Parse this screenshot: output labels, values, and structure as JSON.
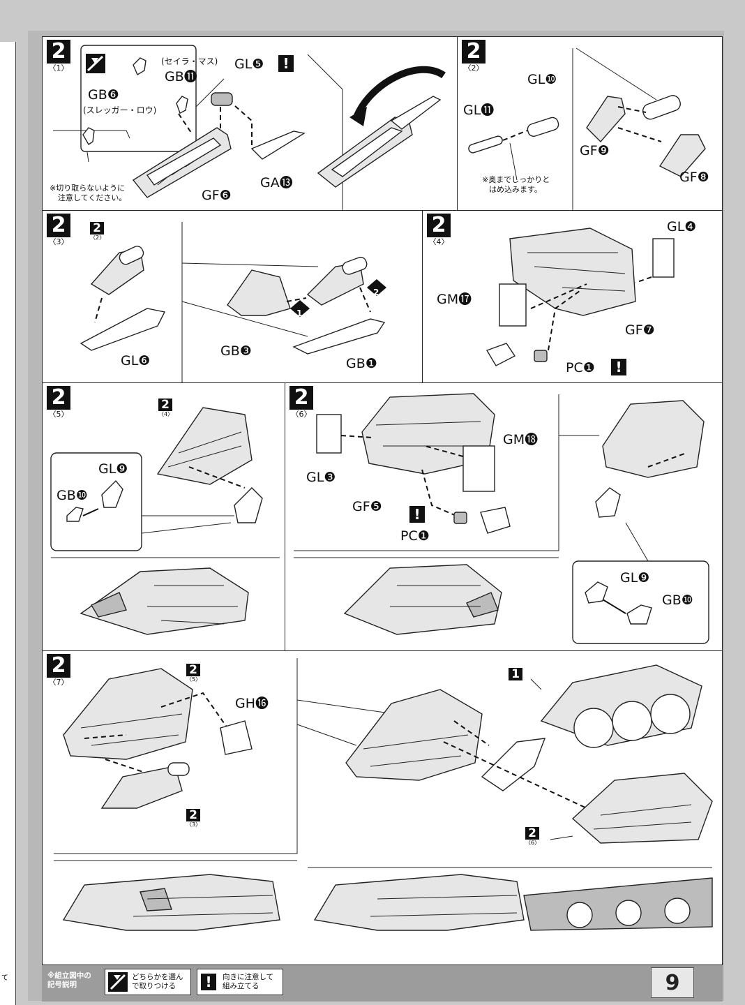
{
  "page_number": "9",
  "steps": {
    "s1": {
      "num": "2",
      "sub": "〈1〉"
    },
    "s2": {
      "num": "2",
      "sub": "〈2〉"
    },
    "s3": {
      "num": "2",
      "sub": "〈3〉"
    },
    "s4": {
      "num": "2",
      "sub": "〈4〉"
    },
    "s5": {
      "num": "2",
      "sub": "〈5〉"
    },
    "s6": {
      "num": "2",
      "sub": "〈6〉"
    },
    "s7": {
      "num": "2",
      "sub": "〈7〉"
    }
  },
  "refs": {
    "r2_2": {
      "num": "2",
      "sub": "〈2〉"
    },
    "r2_4": {
      "num": "2",
      "sub": "〈4〉"
    },
    "r2_5": {
      "num": "2",
      "sub": "〈5〉"
    },
    "r2_3": {
      "num": "2",
      "sub": "〈3〉"
    },
    "r2_6": {
      "num": "2",
      "sub": "〈6〉"
    },
    "r1": {
      "num": "1"
    }
  },
  "labels": {
    "p1_seira": "(セイラ・マス)",
    "p1_gb11": "GB⓫",
    "p1_gl5": "GL❺",
    "p1_gb6": "GB❻",
    "p1_sleggar": "(スレッガー・ロウ)",
    "p1_ga13": "GA⓭",
    "p1_gf6": "GF❻",
    "p2_gl10": "GL❿",
    "p2_gl11": "GL⓫",
    "p2_gf9": "GF❾",
    "p2_gf8": "GF❽",
    "p3_gl6": "GL❻",
    "p3_gb3": "GB❸",
    "p3_gb1": "GB❶",
    "p4_gl4": "GL❹",
    "p4_gm17": "GM⓱",
    "p4_gf7": "GF❼",
    "p4_pc1": "PC❶",
    "p5_gl9": "GL❾",
    "p5_gb10": "GB❿",
    "p6_gm18": "GM⓲",
    "p6_gl3": "GL❸",
    "p6_gf5": "GF❺",
    "p6_pc1": "PC❶",
    "p6b_gl9": "GL❾",
    "p6b_gb10": "GB❿",
    "p7_gh16": "GH⓰"
  },
  "notes": {
    "cut_line1": "※切り取らないように",
    "cut_line2": "注意してください。",
    "insert_line1": "※奥までしっかりと",
    "insert_line2": "はめ込みます。"
  },
  "callouts": {
    "step1": "1",
    "step2": "2"
  },
  "exclamation": "!",
  "legend": {
    "title_line1": "※組立図中の",
    "title_line2": "記号説明",
    "choose_line1": "どちらかを選ん",
    "choose_line2": "で取りつける",
    "direction_line1": "向きに注意して",
    "direction_line2": "組み立てる"
  },
  "edge_text": "て"
}
